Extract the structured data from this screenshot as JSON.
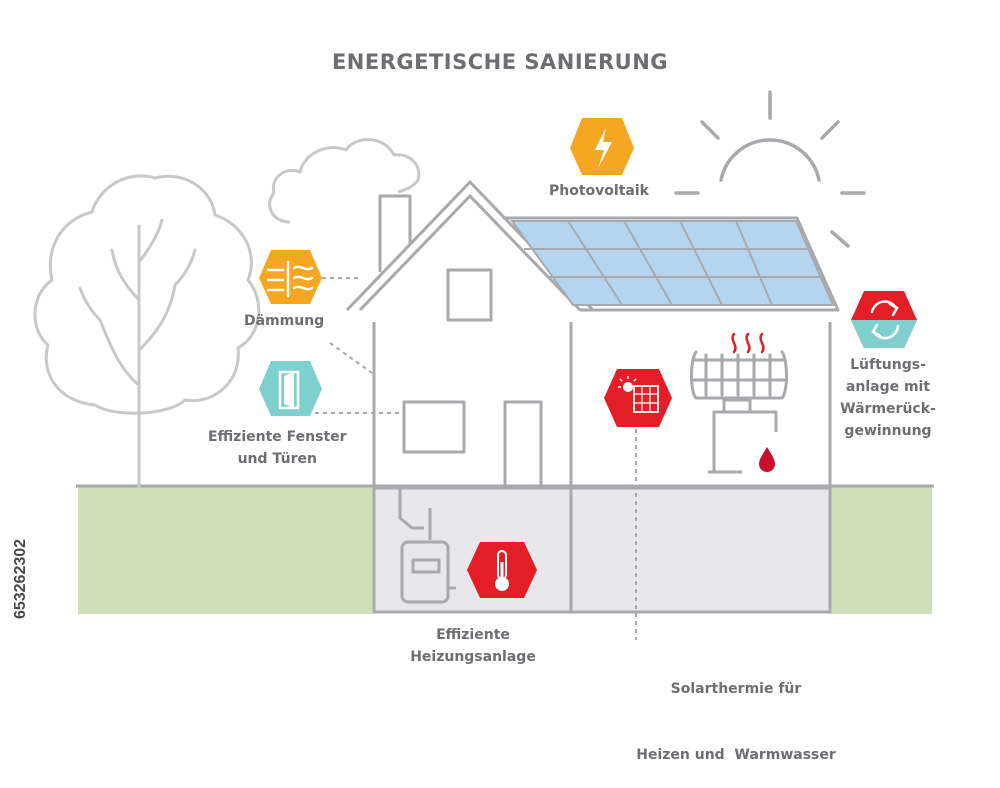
{
  "title": "ENERGETISCHE SANIERUNG",
  "colors": {
    "line": "#a7a9ac",
    "label": "#6d6e71",
    "ground": "#cfdfb7",
    "basement": "#e8e8ea",
    "panel_fill": "#b5d4ee",
    "orange": "#f5a623",
    "teal": "#7fcfce",
    "red": "#e41e26"
  },
  "labels": {
    "photovoltaik": "Photovoltaik",
    "daemmung": "Dämmung",
    "fenster": [
      "Effiziente Fenster",
      "und Türen"
    ],
    "lueftung": [
      "Lüftungs-",
      "anlage mit",
      "Wärmerück-",
      "gewinnung"
    ],
    "heizung": [
      "Effiziente",
      "Heizungsanlage"
    ],
    "solarthermie": [
      "Solarthermie für",
      "Heizen und  Warmwasser"
    ]
  },
  "icons": {
    "photovoltaik": "lightning-icon",
    "daemmung": "insulation-icon",
    "fenster": "window-icon",
    "lueftung": "recycle-arrows-icon",
    "heizung": "thermometer-icon",
    "solarthermie": "solar-collector-icon"
  },
  "stock_id": "653262302"
}
